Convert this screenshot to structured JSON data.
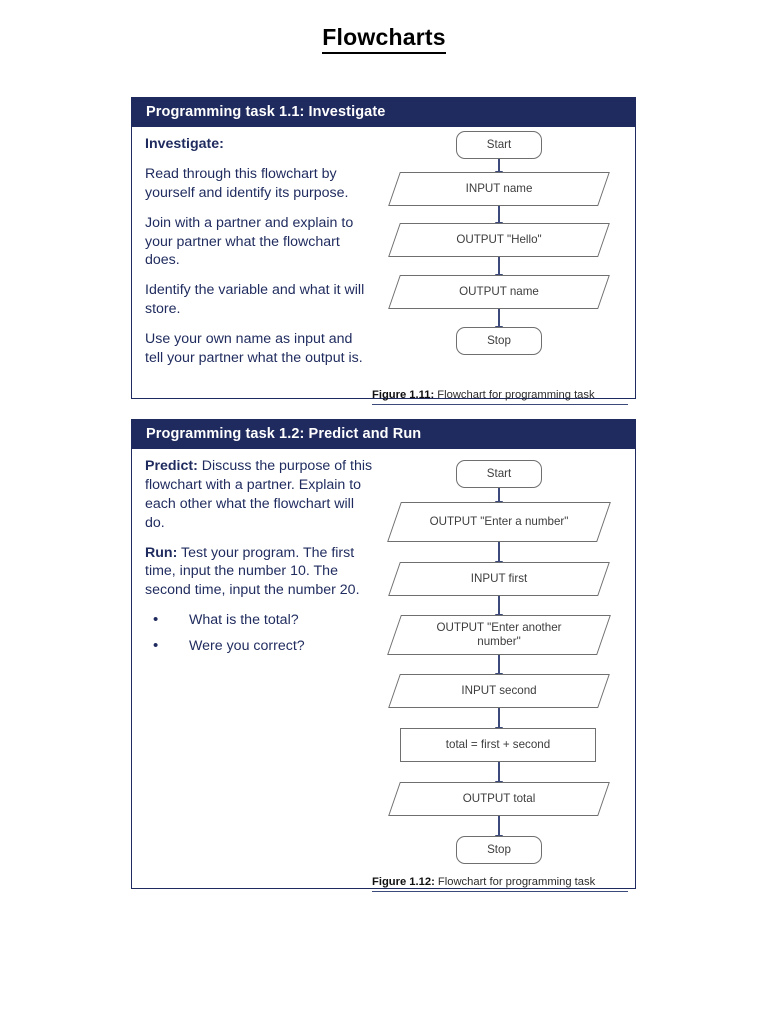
{
  "page": {
    "title": "Flowcharts"
  },
  "tasks": [
    {
      "header": "Programming task 1.1: Investigate",
      "lead": "Investigate:",
      "paragraphs": [
        "Read through this flowchart by yourself and identify its purpose.",
        "Join with a partner and explain to your partner what the flowchart does.",
        "Identify the variable and what it will store.",
        "Use your own name as input and tell your partner what the output is."
      ],
      "caption_label": "Figure 1.11:",
      "caption_text": "Flowchart for programming task",
      "flowchart": {
        "nodes": [
          {
            "type": "terminator",
            "text": "Start"
          },
          {
            "type": "io",
            "text": "INPUT name"
          },
          {
            "type": "io",
            "text": "OUTPUT \"Hello\""
          },
          {
            "type": "io",
            "text": "OUTPUT name"
          },
          {
            "type": "terminator",
            "text": "Stop"
          }
        ]
      }
    },
    {
      "header": "Programming task 1.2: Predict and Run",
      "predict_lead": "Predict:",
      "predict_text": " Discuss the purpose of this flowchart with a partner. Explain to each other what the flowchart will do.",
      "run_lead": "Run:",
      "run_text": " Test your program. The first time, input the number 10. The second time, input the number 20.",
      "bullets": [
        "What is the total?",
        "Were you correct?"
      ],
      "caption_label": "Figure 1.12:",
      "caption_text": "Flowchart for programming task",
      "flowchart": {
        "nodes": [
          {
            "type": "terminator",
            "text": "Start"
          },
          {
            "type": "io",
            "text": "OUTPUT \"Enter a number\""
          },
          {
            "type": "io",
            "text": "INPUT first"
          },
          {
            "type": "io",
            "text": "OUTPUT \"Enter another number\""
          },
          {
            "type": "io",
            "text": "INPUT second"
          },
          {
            "type": "process",
            "text": "total = first + second"
          },
          {
            "type": "io",
            "text": "OUTPUT total"
          },
          {
            "type": "terminator",
            "text": "Stop"
          }
        ]
      }
    }
  ],
  "colors": {
    "navy": "#1f2b5e",
    "arrow": "#3b4a7a",
    "shape_border": "#6f6f6f",
    "shape_text": "#3d3d3d"
  }
}
